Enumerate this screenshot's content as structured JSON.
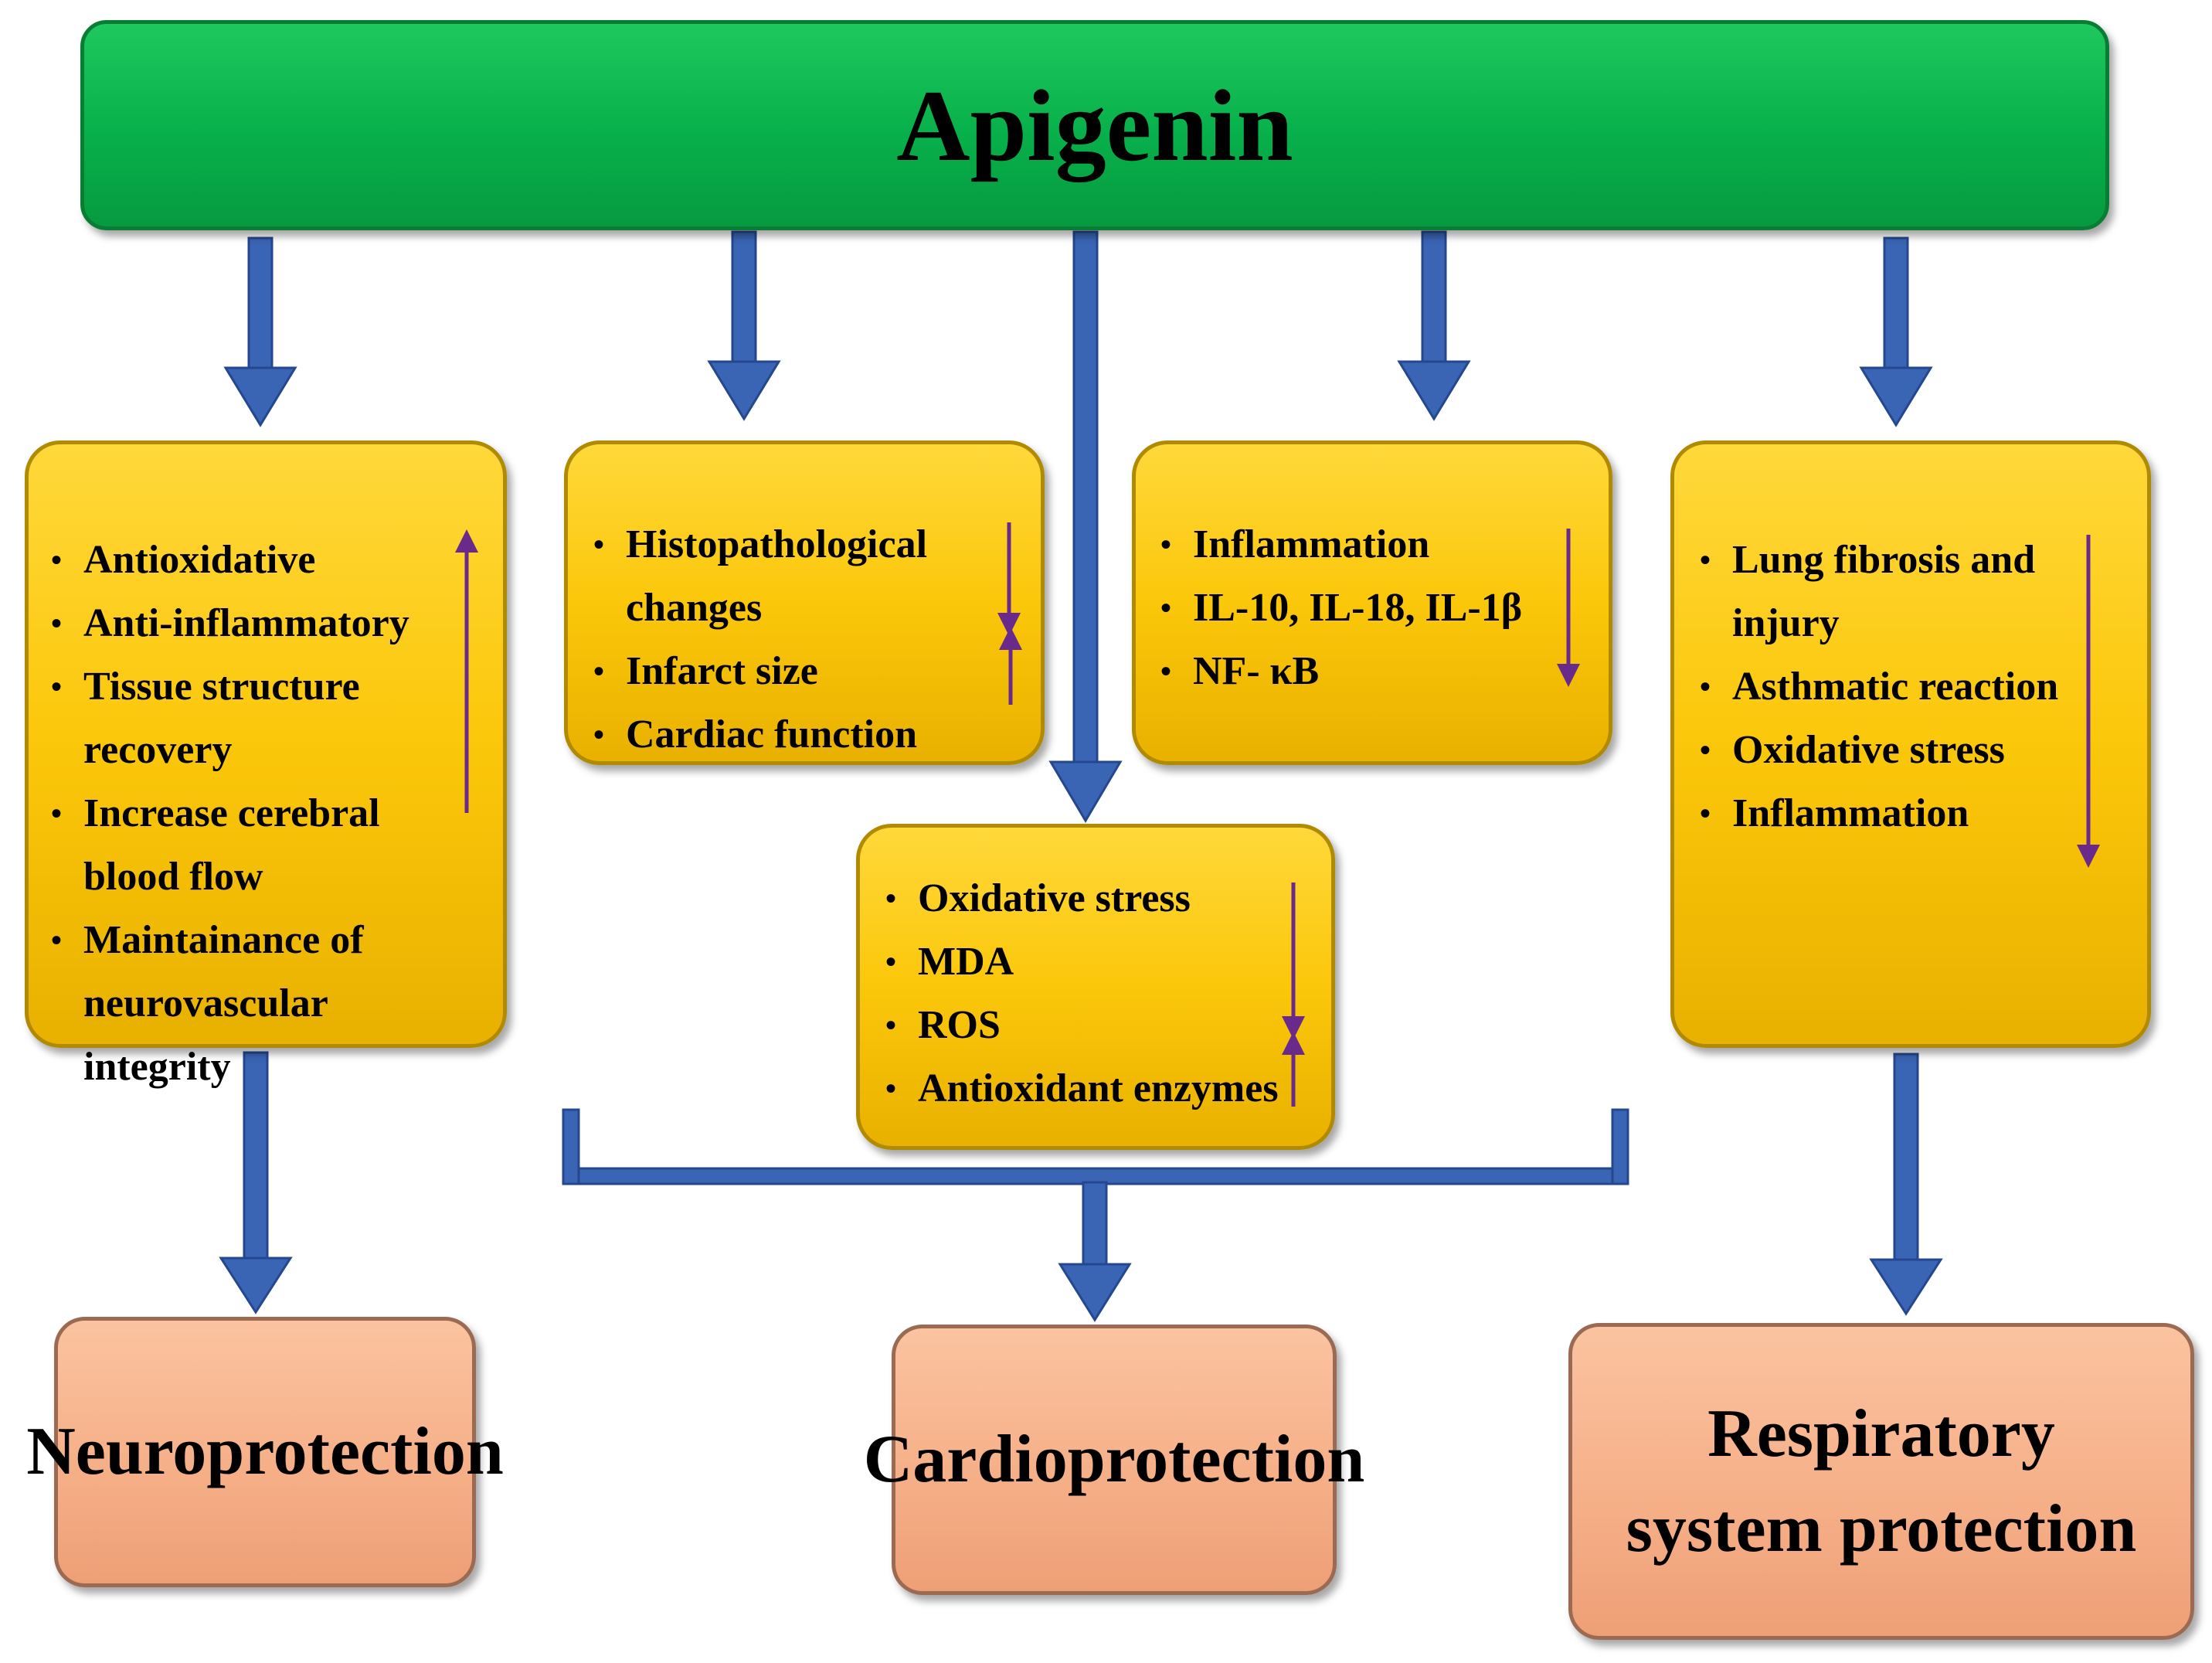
{
  "title": "Apigenin",
  "neuro": {
    "items": [
      "Antioxidative",
      "Anti-inflammatory",
      "Tissue structure recovery",
      "Increase cerebral blood flow",
      "Maintainance of neurovascular integrity"
    ],
    "trend": "increase"
  },
  "cardiac": {
    "items": [
      "Histopathological changes",
      "Infarct size",
      "Cardiac function"
    ],
    "trends": [
      "decrease",
      "increase"
    ]
  },
  "inflammation": {
    "items": [
      "Inflammation",
      "IL-10, IL-18, IL-1β",
      "NF- κB"
    ],
    "trend": "decrease"
  },
  "respiratory": {
    "items": [
      "Lung fibrosis and injury",
      "Asthmatic reaction",
      "Oxidative stress",
      "Inflammation"
    ],
    "trend": "decrease"
  },
  "oxidative": {
    "items": [
      "Oxidative stress",
      "MDA",
      "ROS",
      "Antioxidant enzymes"
    ],
    "trends": [
      "decrease",
      "increase"
    ]
  },
  "outcomes": {
    "neuro": "Neuroprotection",
    "cardio": "Cardioprotection",
    "respiratory": "Respiratory system protection"
  },
  "colors": {
    "title_bar": "#07b04a",
    "effect_box": "#fbc70a",
    "outcome_box": "#f5ae86",
    "connector_arrow": "#3a64b4",
    "trend_arrow": "#6a2a8c"
  }
}
